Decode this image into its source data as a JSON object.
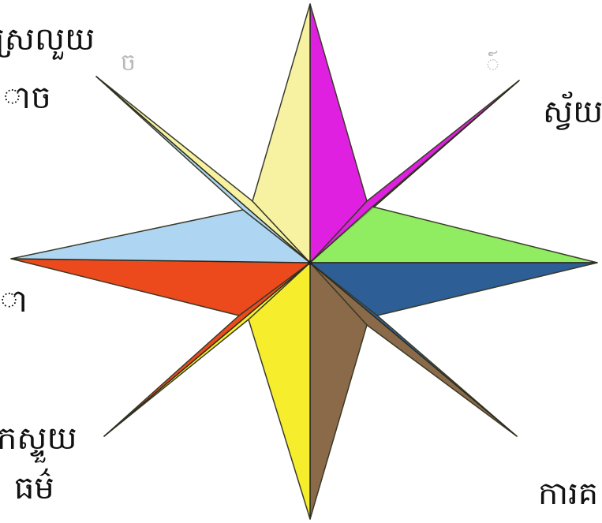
{
  "labels": {
    "top_left_1": "ស្រលួយ",
    "top_left_2": "ាច",
    "top_right": "ស្វ័យ",
    "mid_left": "ា",
    "bottom_left_1": "កស្ទួយ",
    "bottom_left_2": "ធម៌",
    "bottom_right": "ការគ"
  },
  "faint_marks": {
    "top_left": "ច",
    "top_right": "៍"
  },
  "star": {
    "segments": [
      {
        "name": "segment-top-right-magenta",
        "fill": "#e020e0"
      },
      {
        "name": "segment-right-upper-green",
        "fill": "#90ec60"
      },
      {
        "name": "segment-right-lower-blue",
        "fill": "#2d5e96"
      },
      {
        "name": "segment-bottom-right-brown",
        "fill": "#8a6a48"
      },
      {
        "name": "segment-bottom-left-yellow",
        "fill": "#f6ee2c"
      },
      {
        "name": "segment-left-lower-orange",
        "fill": "#ec4a1c"
      },
      {
        "name": "segment-left-upper-lightblue",
        "fill": "#aed6f2"
      },
      {
        "name": "segment-top-left-pale",
        "fill": "#f6f2a2"
      }
    ]
  }
}
